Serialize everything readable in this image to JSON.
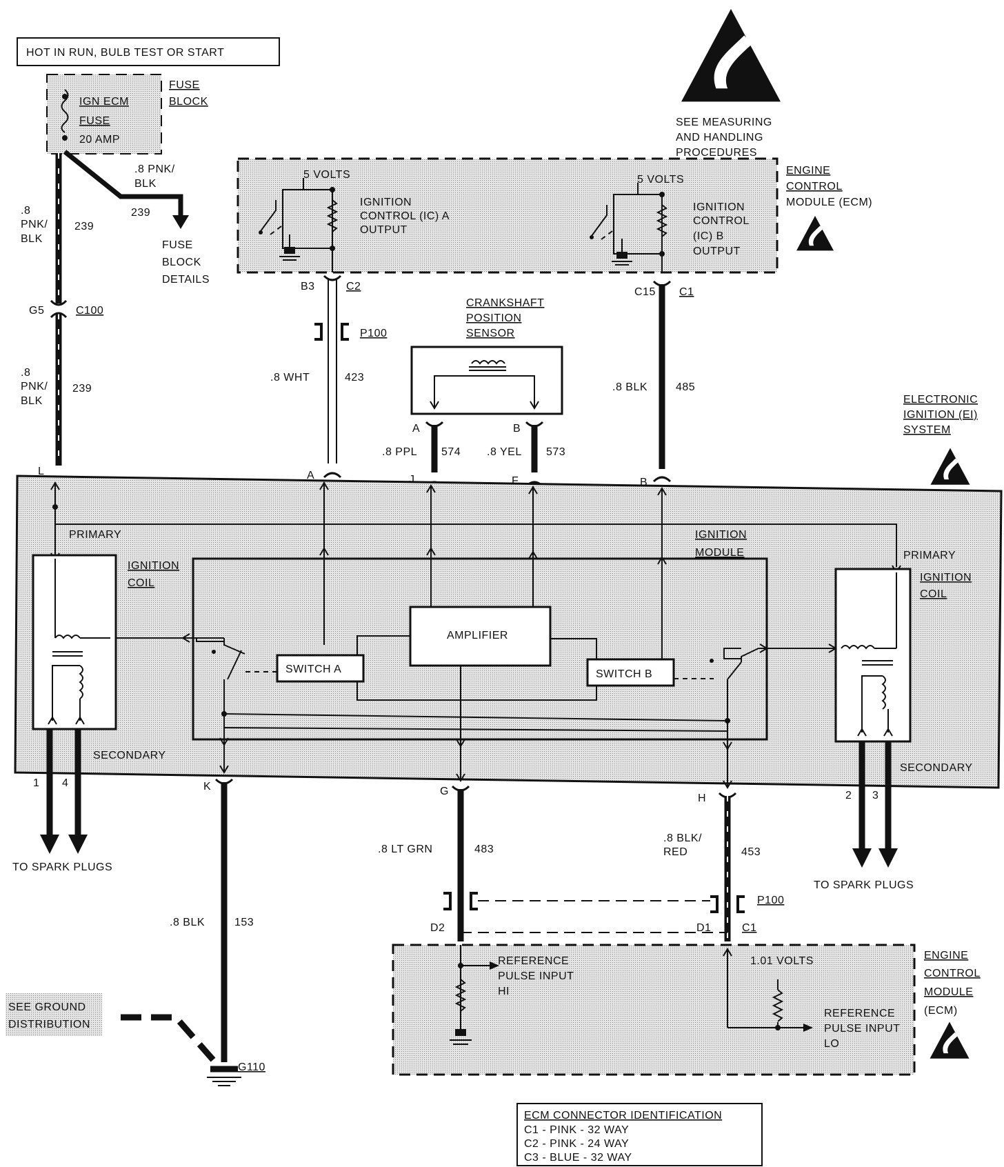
{
  "header_box": "HOT IN RUN, BULB TEST OR START",
  "warning_note": [
    "SEE MEASURING",
    "AND HANDLING",
    "PROCEDURES"
  ],
  "fuse_block": {
    "title": [
      "FUSE",
      "BLOCK"
    ],
    "fuse": [
      "IGN ECM",
      "FUSE",
      "20 AMP"
    ],
    "details": [
      "FUSE",
      "BLOCK",
      "DETAILS"
    ],
    "branch_wire": [
      ".8 PNK/",
      "BLK"
    ],
    "branch_circuit": "239"
  },
  "ecm_top": {
    "title": [
      "ENGINE",
      "CONTROL",
      "MODULE (ECM)"
    ],
    "volts_a": "5 VOLTS",
    "output_a": [
      "IGNITION",
      "CONTROL (IC) A",
      "OUTPUT"
    ],
    "volts_b": "5 VOLTS",
    "output_b": [
      "IGNITION",
      "CONTROL",
      "(IC) B",
      "OUTPUT"
    ],
    "pin_a": "B3",
    "conn_a": "C2",
    "pin_b": "C15",
    "conn_b": "C1"
  },
  "wires": {
    "feed_top": {
      "color": [
        ".8",
        "PNK/",
        "BLK"
      ],
      "circuit": "239"
    },
    "feed_conn": {
      "pin": "G5",
      "connector": "C100"
    },
    "feed_bottom": {
      "color": [
        ".8",
        "PNK/",
        "BLK"
      ],
      "circuit": "239"
    },
    "ic_a": {
      "color": ".8 WHT",
      "circuit": "423",
      "connector": "P100"
    },
    "ic_b": {
      "color": ".8 BLK",
      "circuit": "485"
    },
    "ckp_a": {
      "pin": "A",
      "color": ".8 PPL",
      "circuit": "574"
    },
    "ckp_b": {
      "pin": "B",
      "color": ".8 YEL",
      "circuit": "573"
    },
    "ground": {
      "color": ".8 BLK",
      "circuit": "153"
    },
    "ref_hi": {
      "color": ".8 LT GRN",
      "circuit": "483"
    },
    "ref_lo": {
      "color": [
        ".8 BLK/",
        "RED"
      ],
      "circuit": "453",
      "connector": "P100"
    }
  },
  "crank_sensor": [
    "CRANKSHAFT",
    "POSITION",
    "SENSOR"
  ],
  "ei_system": {
    "title": [
      "ELECTRONIC",
      "IGNITION (EI)",
      "SYSTEM"
    ],
    "pins_top": [
      "L",
      "A",
      "J",
      "F",
      "B"
    ],
    "pins_bottom": [
      "K",
      "G",
      "H"
    ],
    "left_coil": {
      "primary": "PRIMARY",
      "label": [
        "IGNITION",
        "COIL"
      ],
      "secondary": "SECONDARY",
      "outputs": [
        "1",
        "4"
      ]
    },
    "right_coil": {
      "primary": "PRIMARY",
      "label": [
        "IGNITION",
        "COIL"
      ],
      "secondary": "SECONDARY",
      "outputs": [
        "2",
        "3"
      ]
    },
    "module": [
      "IGNITION",
      "MODULE"
    ],
    "amplifier": "AMPLIFIER",
    "switch_a": "SWITCH A",
    "switch_b": "SWITCH B"
  },
  "spark_left": "TO SPARK PLUGS",
  "spark_right": "TO SPARK PLUGS",
  "ground_note": [
    "SEE GROUND",
    "DISTRIBUTION"
  ],
  "ground_point": "G110",
  "ecm_bottom": {
    "title": [
      "ENGINE",
      "CONTROL",
      "MODULE",
      "(ECM)"
    ],
    "pin_hi": "D2",
    "pin_lo": "D1",
    "connector": "C1",
    "volts": "1.01 VOLTS",
    "ref_hi": [
      "REFERENCE",
      "PULSE INPUT",
      "HI"
    ],
    "ref_lo": [
      "REFERENCE",
      "PULSE INPUT",
      "LO"
    ]
  },
  "ecm_connector_id": {
    "title": "ECM CONNECTOR IDENTIFICATION",
    "rows": [
      "C1 - PINK - 32 WAY",
      "C2 - PINK - 24 WAY",
      "C3 - BLUE - 32 WAY"
    ]
  }
}
